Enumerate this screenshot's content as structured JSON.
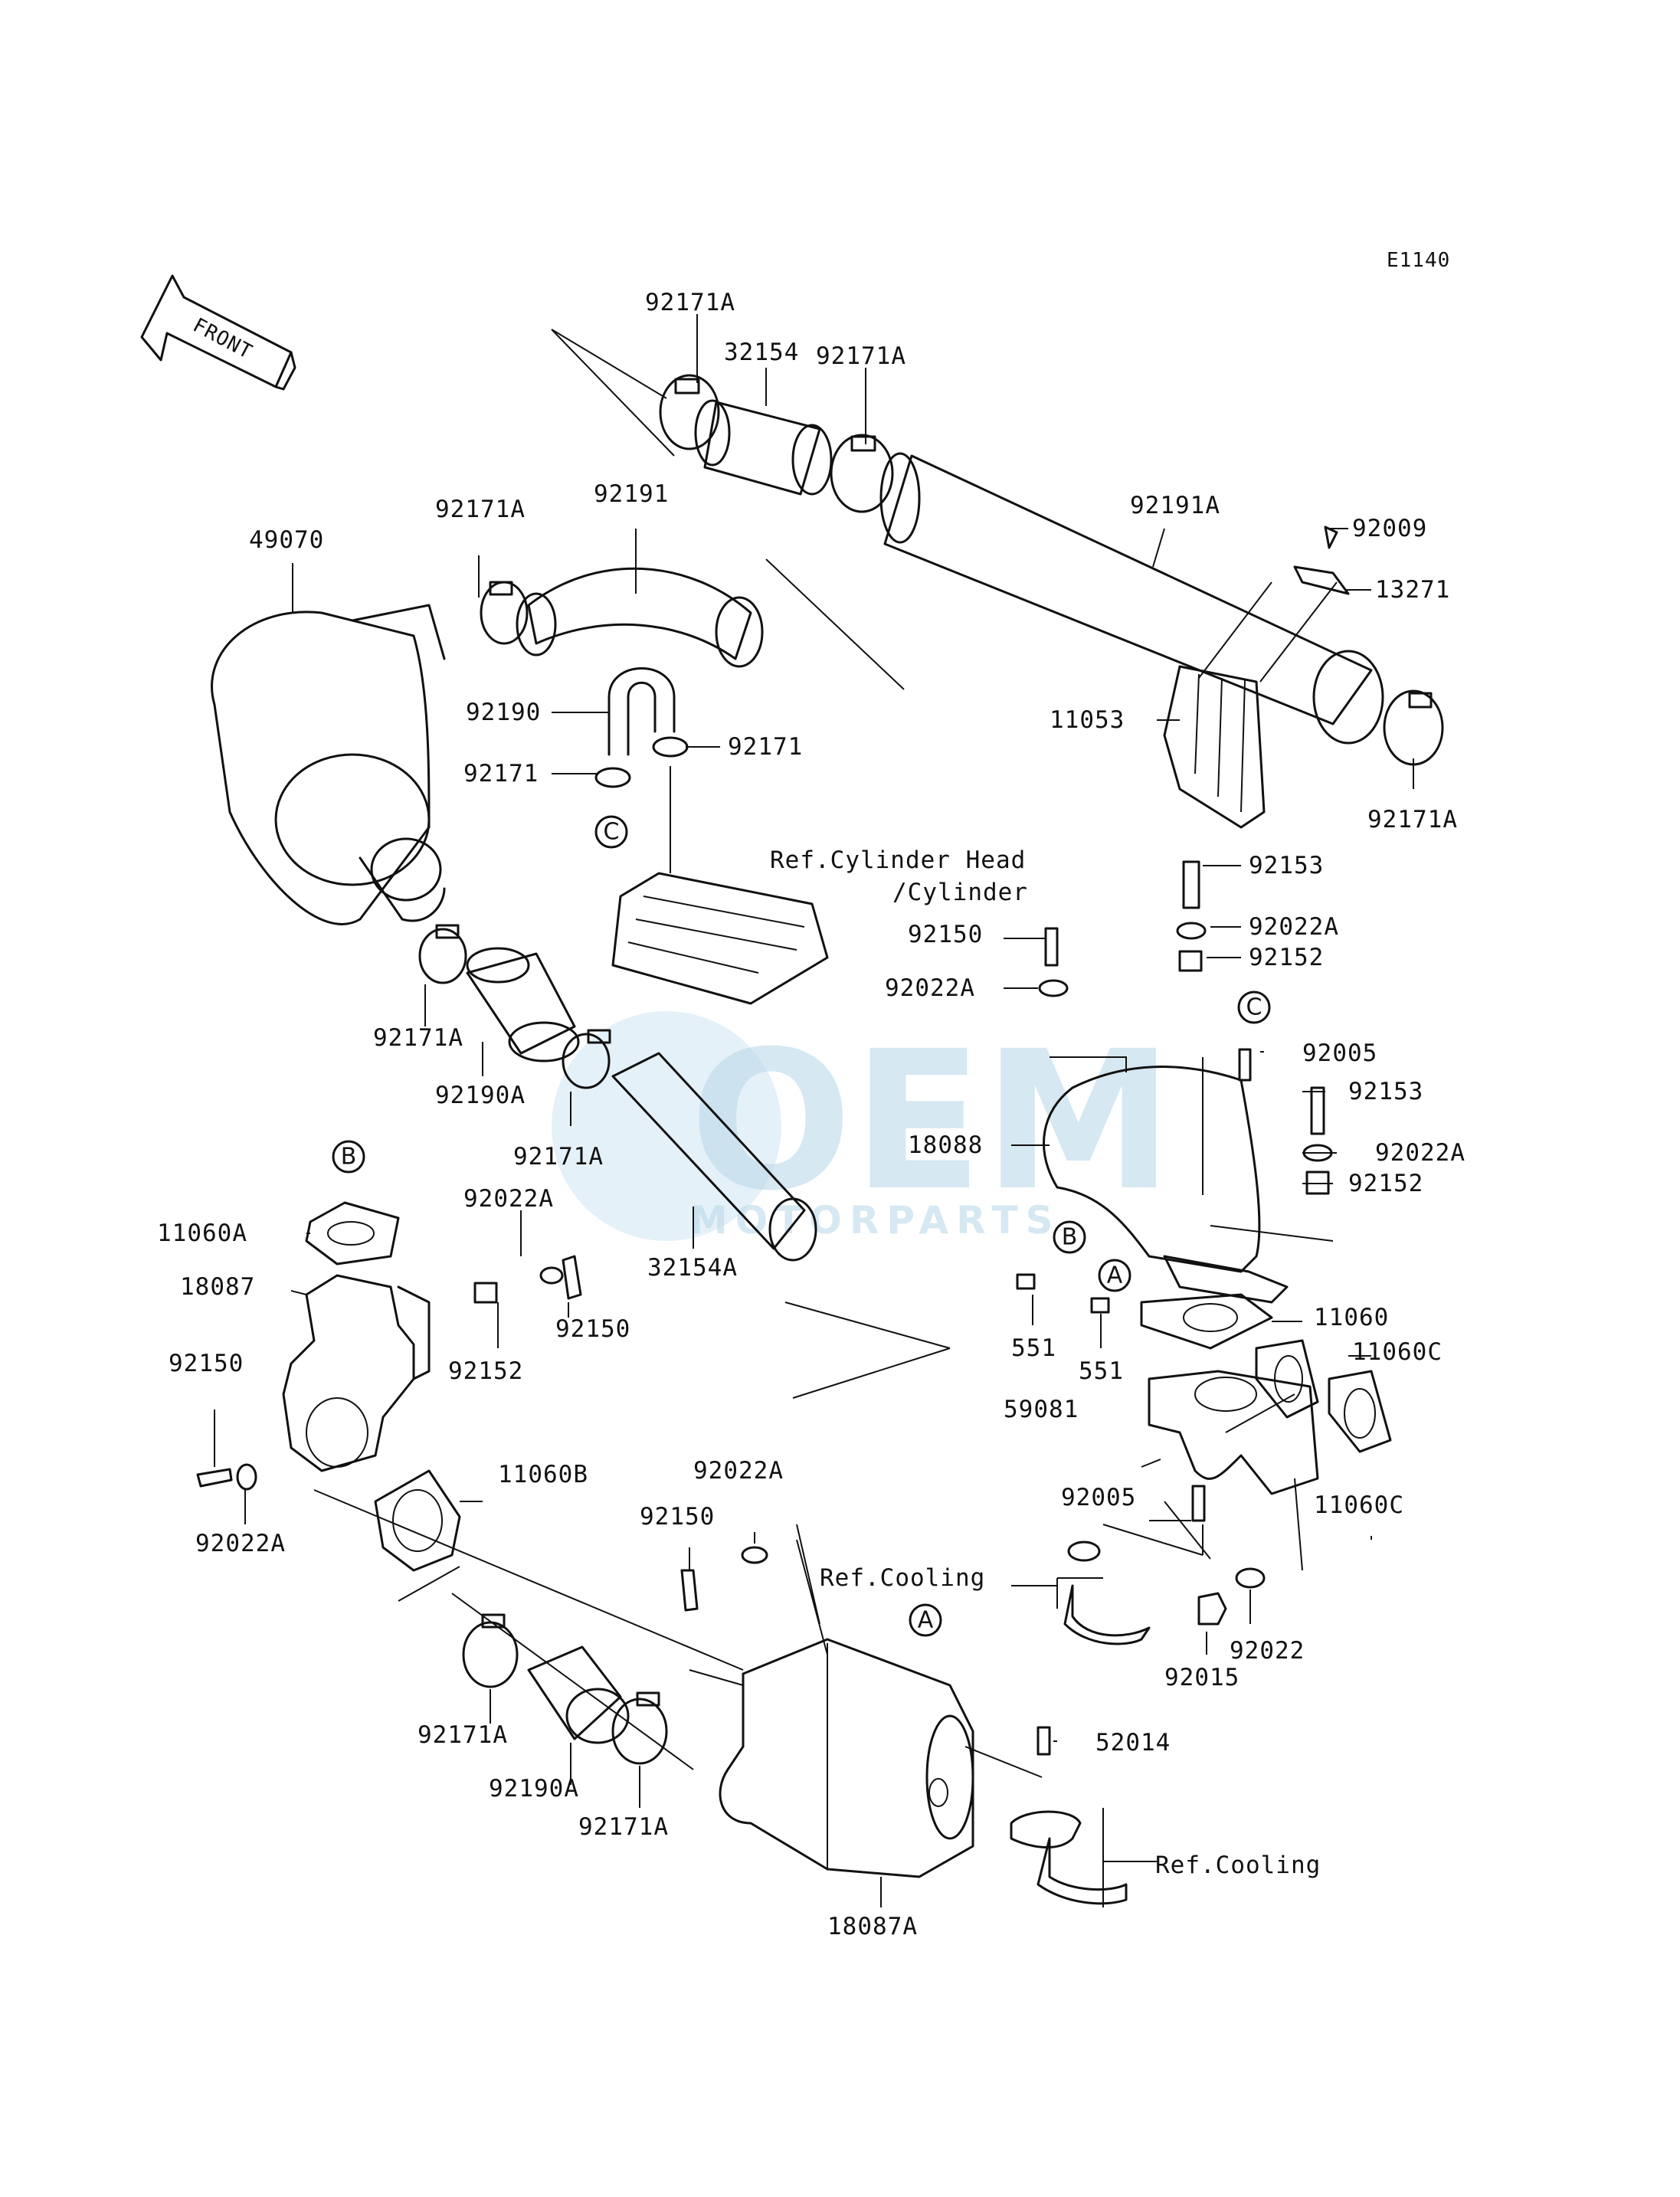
{
  "diagram_code": "E1140",
  "front_label": "FRONT",
  "watermark": {
    "brand": "OEM",
    "sub": "MOTORPARTS"
  },
  "labels": {
    "p92171A_top": "92171A",
    "p32154": "32154",
    "p92171A_top2": "92171A",
    "p92191": "92191",
    "p92171A_left": "92171A",
    "p49070": "49070",
    "p92191A": "92191A",
    "p92009": "92009",
    "p13271": "13271",
    "p92190": "92190",
    "p92171_r": "92171",
    "p92171_l": "92171",
    "p11053": "11053",
    "p92171A_right": "92171A",
    "ref_cyl_1": "Ref.Cylinder Head",
    "ref_cyl_2": "/Cylinder",
    "p92153_a": "92153",
    "p92022A_a": "92022A",
    "p92152_a": "92152",
    "p92150_a": "92150",
    "p92022A_b": "92022A",
    "p92171A_mid": "92171A",
    "p92190A_mid": "92190A",
    "p92005_a": "92005",
    "p92153_b": "92153",
    "p92022A_c": "92022A",
    "p92152_b": "92152",
    "p18088": "18088",
    "p92171A_mid2": "92171A",
    "p92022A_d": "92022A",
    "p11060A": "11060A",
    "p32154A": "32154A",
    "p18087": "18087",
    "p92150_b": "92150",
    "p92152_c": "92152",
    "p551_a": "551",
    "p551_b": "551",
    "p11060": "11060",
    "p11060C_a": "11060C",
    "p59081": "59081",
    "p92150_c": "92150",
    "p11060B": "11060B",
    "p92022A_e": "92022A",
    "p92022A_f": "92022A",
    "p92150_d": "92150",
    "p92005_b": "92005",
    "p11060C_b": "11060C",
    "ref_cooling_1": "Ref.Cooling",
    "p92015": "92015",
    "p92022": "92022",
    "p52014": "52014",
    "p92171A_bl": "92171A",
    "p92190A_b": "92190A",
    "p92171A_b2": "92171A",
    "ref_cooling_2": "Ref.Cooling",
    "p18087A": "18087A"
  },
  "callouts": {
    "A": "A",
    "B": "B",
    "C": "C"
  }
}
